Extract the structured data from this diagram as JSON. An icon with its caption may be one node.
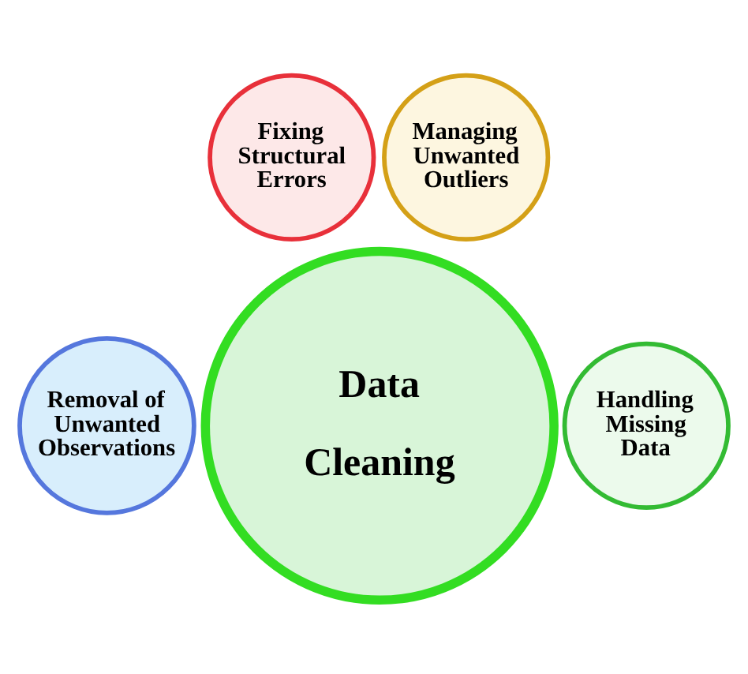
{
  "diagram": {
    "nodes": [
      {
        "text": [
          "Fixing Structural Errors"
        ]
      },
      {
        "text": [
          "Managing Unwanted Outliers"
        ]
      },
      {
        "text": [
          "Data Cleaning"
        ]
      },
      {
        "text": [
          "Removal of Unwanted Observations"
        ]
      },
      {
        "text": [
          "Handling Missing Data"
        ]
      }
    ]
  }
}
